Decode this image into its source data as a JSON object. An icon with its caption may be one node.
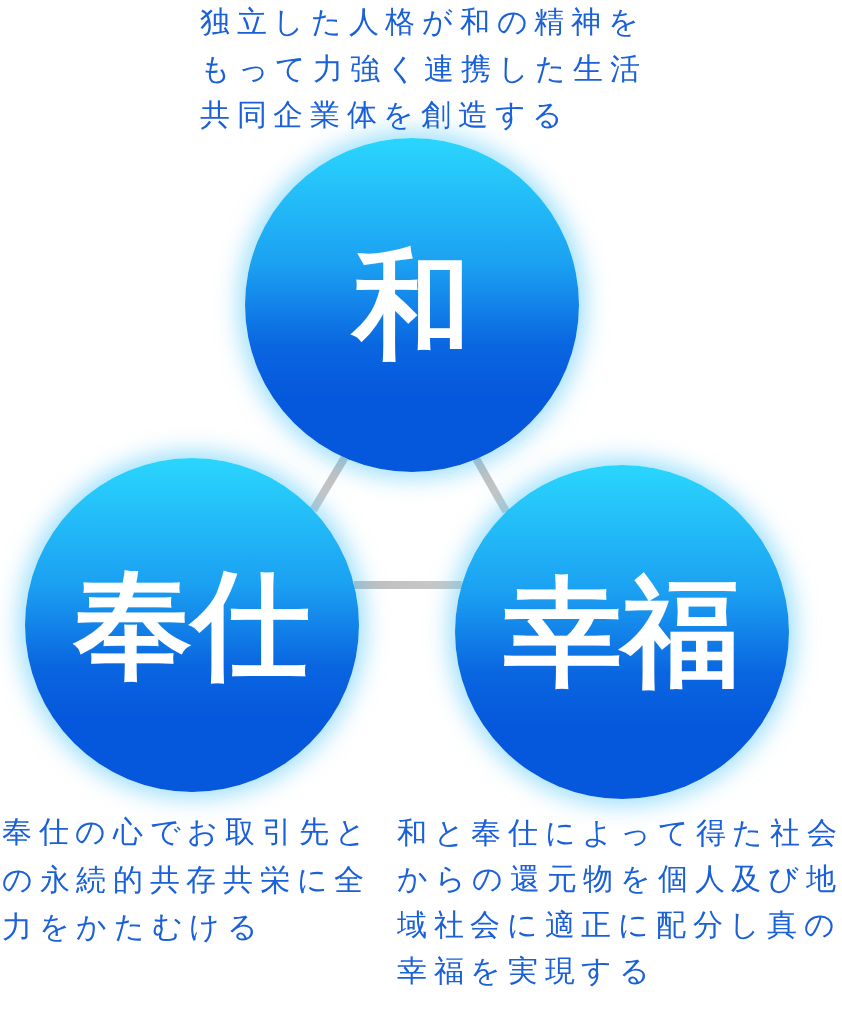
{
  "diagram": {
    "nodes": [
      {
        "text": [
          "和"
        ],
        "beside": [
          "独立した人格が和の精神をもって力強く連携した生活共同企業体を創造する"
        ]
      },
      {
        "text": [
          "奉仕"
        ],
        "beside": [
          "奉仕の心でお取引先との永続的共存共栄に全力をかたむける"
        ]
      },
      {
        "text": [
          "幸福"
        ],
        "beside": [
          "和と奉仕によって得た社会からの還元物を個人及び地域社会に適正に配分し真の幸福を実現する"
        ]
      }
    ],
    "edges": [
      {
        "from": 0,
        "to": 1,
        "arrow": "none"
      },
      {
        "from": 0,
        "to": 2,
        "arrow": "none"
      },
      {
        "from": 1,
        "to": 2,
        "arrow": "none"
      }
    ]
  }
}
